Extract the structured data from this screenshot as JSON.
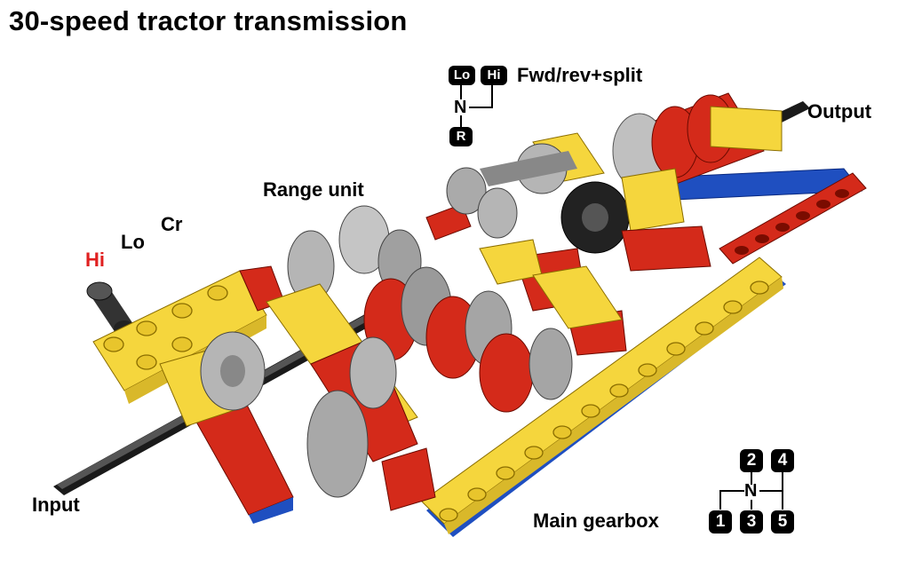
{
  "title": "30-speed tractor transmission",
  "labels": {
    "hi": "Hi",
    "lo": "Lo",
    "cr": "Cr",
    "range_unit": "Range unit",
    "fwd_rev_split": "Fwd/rev+split",
    "output": "Output",
    "input": "Input",
    "main_gearbox": "Main gearbox"
  },
  "fwd_rev_shift_pattern": {
    "lo": "Lo",
    "hi": "Hi",
    "neutral": "N",
    "reverse": "R"
  },
  "main_shift_pattern": {
    "top": [
      "2",
      "4"
    ],
    "neutral": "N",
    "bottom": [
      "1",
      "3",
      "5"
    ]
  },
  "colors": {
    "hi_label": "#e02020",
    "brick_yellow": "#f5d63d",
    "brick_red": "#d42a1a",
    "brick_blue": "#1f4fc0",
    "gear_grey": "#a8a8a8",
    "gear_dark": "#444444",
    "axle_black": "#1a1a1a"
  }
}
